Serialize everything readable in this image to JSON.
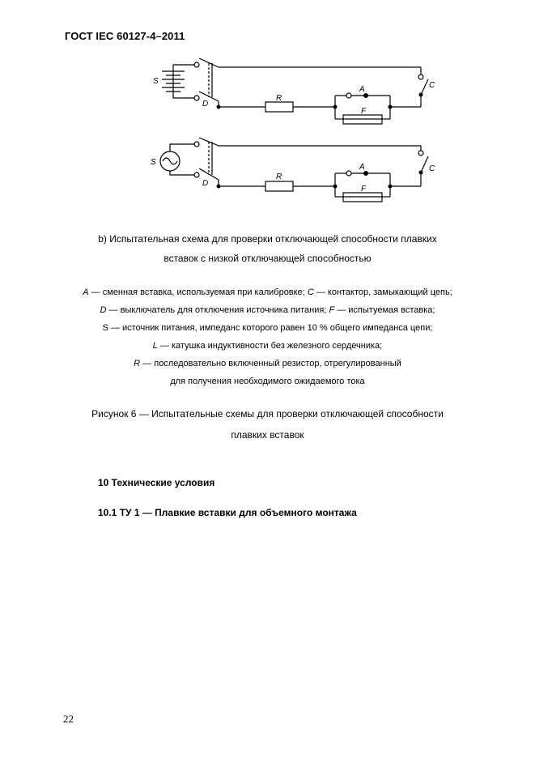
{
  "header": {
    "doc_id": "ГОСТ IEC 60127-4–2011"
  },
  "circuit": {
    "labels": {
      "s": "S",
      "d": "D",
      "r": "R",
      "a": "A",
      "f": "F",
      "c": "C"
    }
  },
  "caption_b": {
    "line1": "b)  Испытательная схема для  проверки отключающей способности плавких",
    "line2": "вставок с низкой отключающей способностью"
  },
  "legend": [
    {
      "sym": "A",
      "text": " — сменная вставка, используемая при калибровке; ",
      "sym2": "C",
      "text2": " — контактор, замыкающий цепь;"
    },
    {
      "sym": "D",
      "text": " — выключатель для отключения источника питания; ",
      "sym2": "F",
      "text2": " — испытуемая вставка;"
    },
    {
      "sym": "",
      "text": "S — источник питания, импеданс которого равен 10 % общего импеданса цепи;",
      "sym2": "",
      "text2": ""
    },
    {
      "sym": "L",
      "text": " — катушка индуктивности без железного сердечника;",
      "sym2": "",
      "text2": ""
    },
    {
      "sym": "R",
      "text": " — последовательно включенный резистор, отрегулированный",
      "sym2": "",
      "text2": ""
    },
    {
      "sym": "",
      "text": "для получения необходимого ожидаемого тока",
      "sym2": "",
      "text2": ""
    }
  ],
  "figure_caption": {
    "line1": "Рисунок 6 — Испытательные схемы для проверки отключающей способности",
    "line2": "плавких вставок"
  },
  "sections": {
    "s10": "10 Технические условия",
    "s10_1": "10.1 ТУ 1 — Плавкие вставки для объемного монтажа"
  },
  "page_number": "22"
}
